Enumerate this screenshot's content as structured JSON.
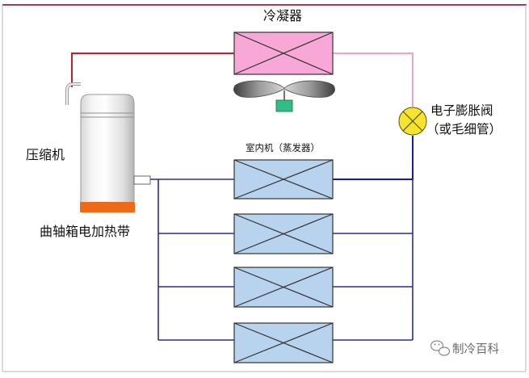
{
  "labels": {
    "condenser": "冷凝器",
    "compressor": "压缩机",
    "indoor_unit": "室内机（蒸发器）",
    "expansion_valve_line1": "电子膨胀阀",
    "expansion_valve_line2": "（或毛细管）",
    "crankcase_heater": "曲轴箱电加热带",
    "watermark": "制冷百科"
  },
  "colors": {
    "frame_top": "#a23b53",
    "frame_side": "#b8b8b8",
    "red_pipe": "#c41e2a",
    "pink_pipe": "#f1a3c3",
    "blue_pipe": "#1a1aa4",
    "navy_pipe": "#2b2e8a",
    "condenser_fill": "#f7a8d6",
    "evaporator_fill": "#b8d3ee",
    "valve_fill": "#f5e430",
    "motor_fill": "#2fbf86",
    "heater_fill": "#ef6a17"
  },
  "icons": {
    "condenser": "condenser-coil-icon",
    "fan": "fan-icon",
    "compressor": "compressor-icon",
    "expansion_valve": "expansion-valve-icon",
    "evaporator": "evaporator-coil-icon",
    "watermark": "wechat-icon"
  },
  "indoor_unit_count": 4
}
